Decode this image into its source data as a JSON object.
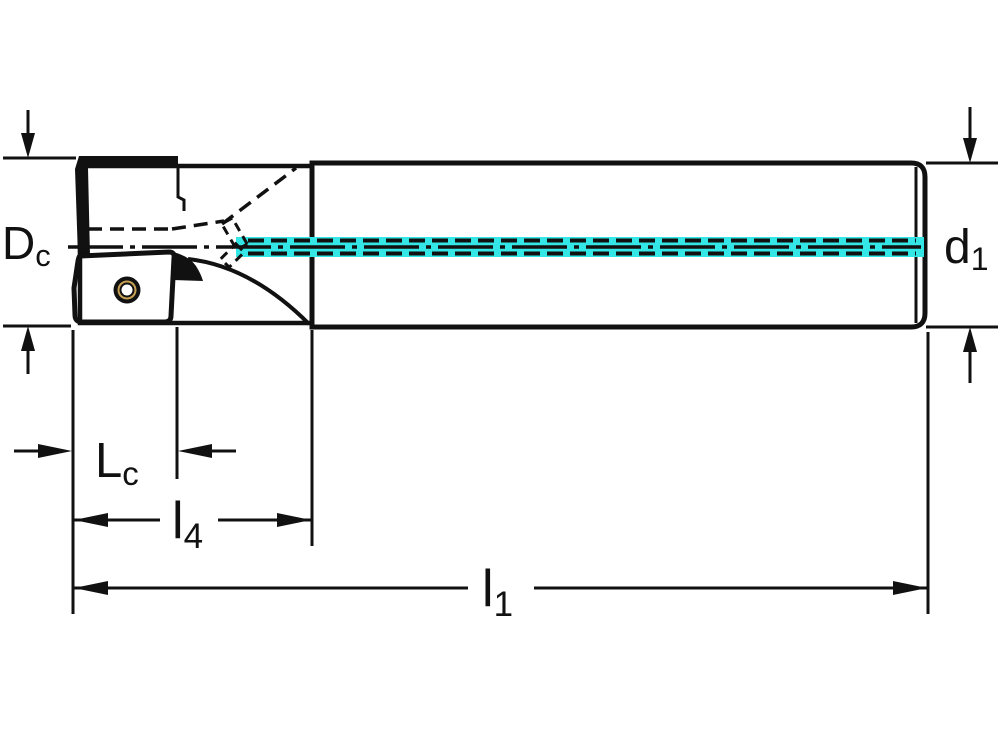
{
  "diagram": {
    "type": "technical-drawing",
    "subject": "indexable-end-mill-side-view",
    "labels": {
      "cutting_diameter": {
        "main": "D",
        "sub": "c"
      },
      "shank_diameter": {
        "main": "d",
        "sub": "1"
      },
      "cutting_length": {
        "main": "L",
        "sub": "c"
      },
      "flute_length": {
        "main": "l",
        "sub": "4"
      },
      "overall_length": {
        "main": "l",
        "sub": "1"
      }
    },
    "colors": {
      "background": "#ffffff",
      "body_fill": "#cbcbcb",
      "outline": "#111111",
      "insert_fill": "#f2cc7d",
      "insert_ring": "#c9a155",
      "coolant_fill": "#35e6e6"
    }
  }
}
